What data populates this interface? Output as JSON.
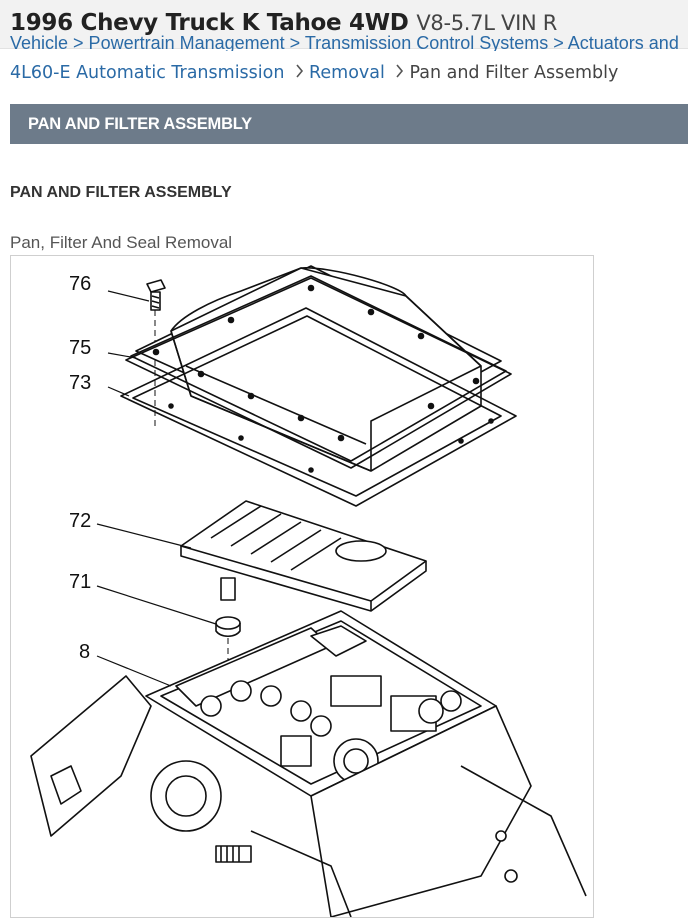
{
  "header": {
    "title_main": "1996 Chevy Truck K Tahoe 4WD",
    "title_sub": "V8-5.7L VIN R"
  },
  "breadcrumb": {
    "partial_line": "Vehicle > Powertrain Management > Transmission Control Systems > Actuators and",
    "items": [
      {
        "label": "4L60-E Automatic Transmission"
      },
      {
        "label": "Removal"
      }
    ],
    "current": "Pan and Filter Assembly"
  },
  "section": {
    "bar_title": "PAN AND FILTER ASSEMBLY",
    "heading": "PAN AND FILTER ASSEMBLY",
    "caption": "Pan, Filter And Seal Removal"
  },
  "figure": {
    "callouts": [
      "76",
      "75",
      "73",
      "72",
      "71",
      "8"
    ]
  }
}
